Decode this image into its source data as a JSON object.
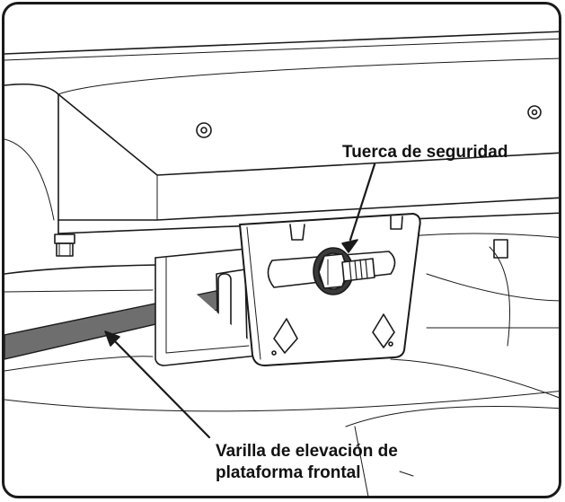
{
  "labels": {
    "safety_nut": "Tuerca de seguridad",
    "rod_line1": "Varilla de elevación de",
    "rod_line2": "plataforma frontal"
  },
  "colors": {
    "line": "#1a1a1a",
    "rod": "#6e6e6e",
    "nut": "#3a3a3a",
    "background": "#ffffff"
  },
  "icons": [
    "safety-nut-icon",
    "bolt-icon",
    "rivet-icon",
    "bracket-icon"
  ]
}
